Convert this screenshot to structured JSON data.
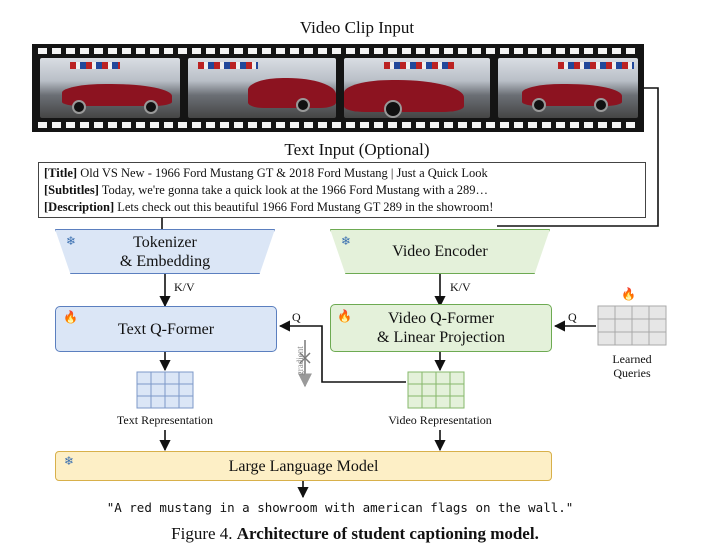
{
  "figure": {
    "video_title": "Video Clip Input",
    "text_input_title": "Text Input (Optional)",
    "text_input": {
      "title_tag": "[Title]",
      "title_text": "Old VS New - 1966 Ford Mustang GT & 2018 Ford Mustang | Just a Quick Look",
      "subtitles_tag": "[Subtitles]",
      "subtitles_text": "Today, we're gonna take a quick look at the 1966 Ford Mustang with a 289…",
      "description_tag": "[Description]",
      "description_text": "Lets check out this beautiful 1966 Ford Mustang GT 289 in the showroom!"
    },
    "boxes": {
      "tokenizer": "Tokenizer\n& Embedding",
      "video_encoder": "Video Encoder",
      "text_qformer": "Text Q-Former",
      "video_qformer": "Video Q-Former\n& Linear Projection",
      "llm": "Large Language Model"
    },
    "labels": {
      "kv_left": "K/V",
      "kv_right": "K/V",
      "q_left": "Q",
      "q_right": "Q",
      "gradient": "gradient",
      "text_representation": "Text Representation",
      "video_representation": "Video Representation",
      "learned_queries": "Learned\nQueries"
    },
    "output_caption": "\"A red mustang in a showroom with american flags on the wall.\"",
    "figure_label": "Figure 4.",
    "figure_caption": "Architecture of student captioning model."
  },
  "icons": {
    "frozen": "snowflake-icon",
    "trainable": "flame-icon"
  },
  "colors": {
    "text_modules": "#dbe6f6",
    "video_modules": "#e4f1da",
    "llm": "#fdefc6",
    "learned_queries": "#e6e6e6"
  }
}
